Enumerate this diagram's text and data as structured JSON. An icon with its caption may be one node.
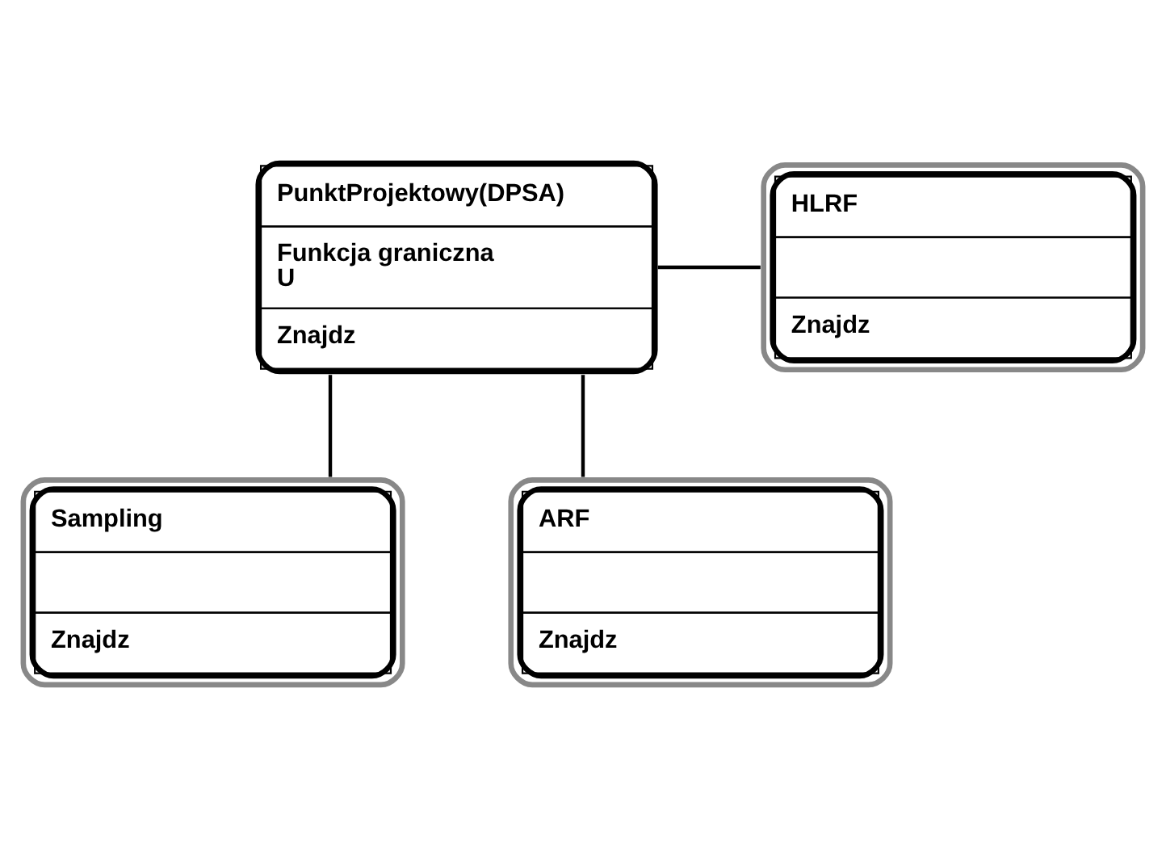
{
  "diagram": {
    "nodes": [
      {
        "text": [
          "PunktProjektowy(DPSA)",
          "Funkcja graniczna",
          "U",
          "Znajdz"
        ]
      },
      {
        "text": [
          "HLRF",
          "Znajdz"
        ]
      },
      {
        "text": [
          "Sampling",
          "Znajdz"
        ]
      },
      {
        "text": [
          "ARF",
          "Znajdz"
        ]
      }
    ],
    "edges": [
      {
        "from": 0,
        "to": 1,
        "arrow": "none"
      },
      {
        "from": 0,
        "to": 2,
        "arrow": "none"
      },
      {
        "from": 0,
        "to": 3,
        "arrow": "none"
      }
    ]
  }
}
